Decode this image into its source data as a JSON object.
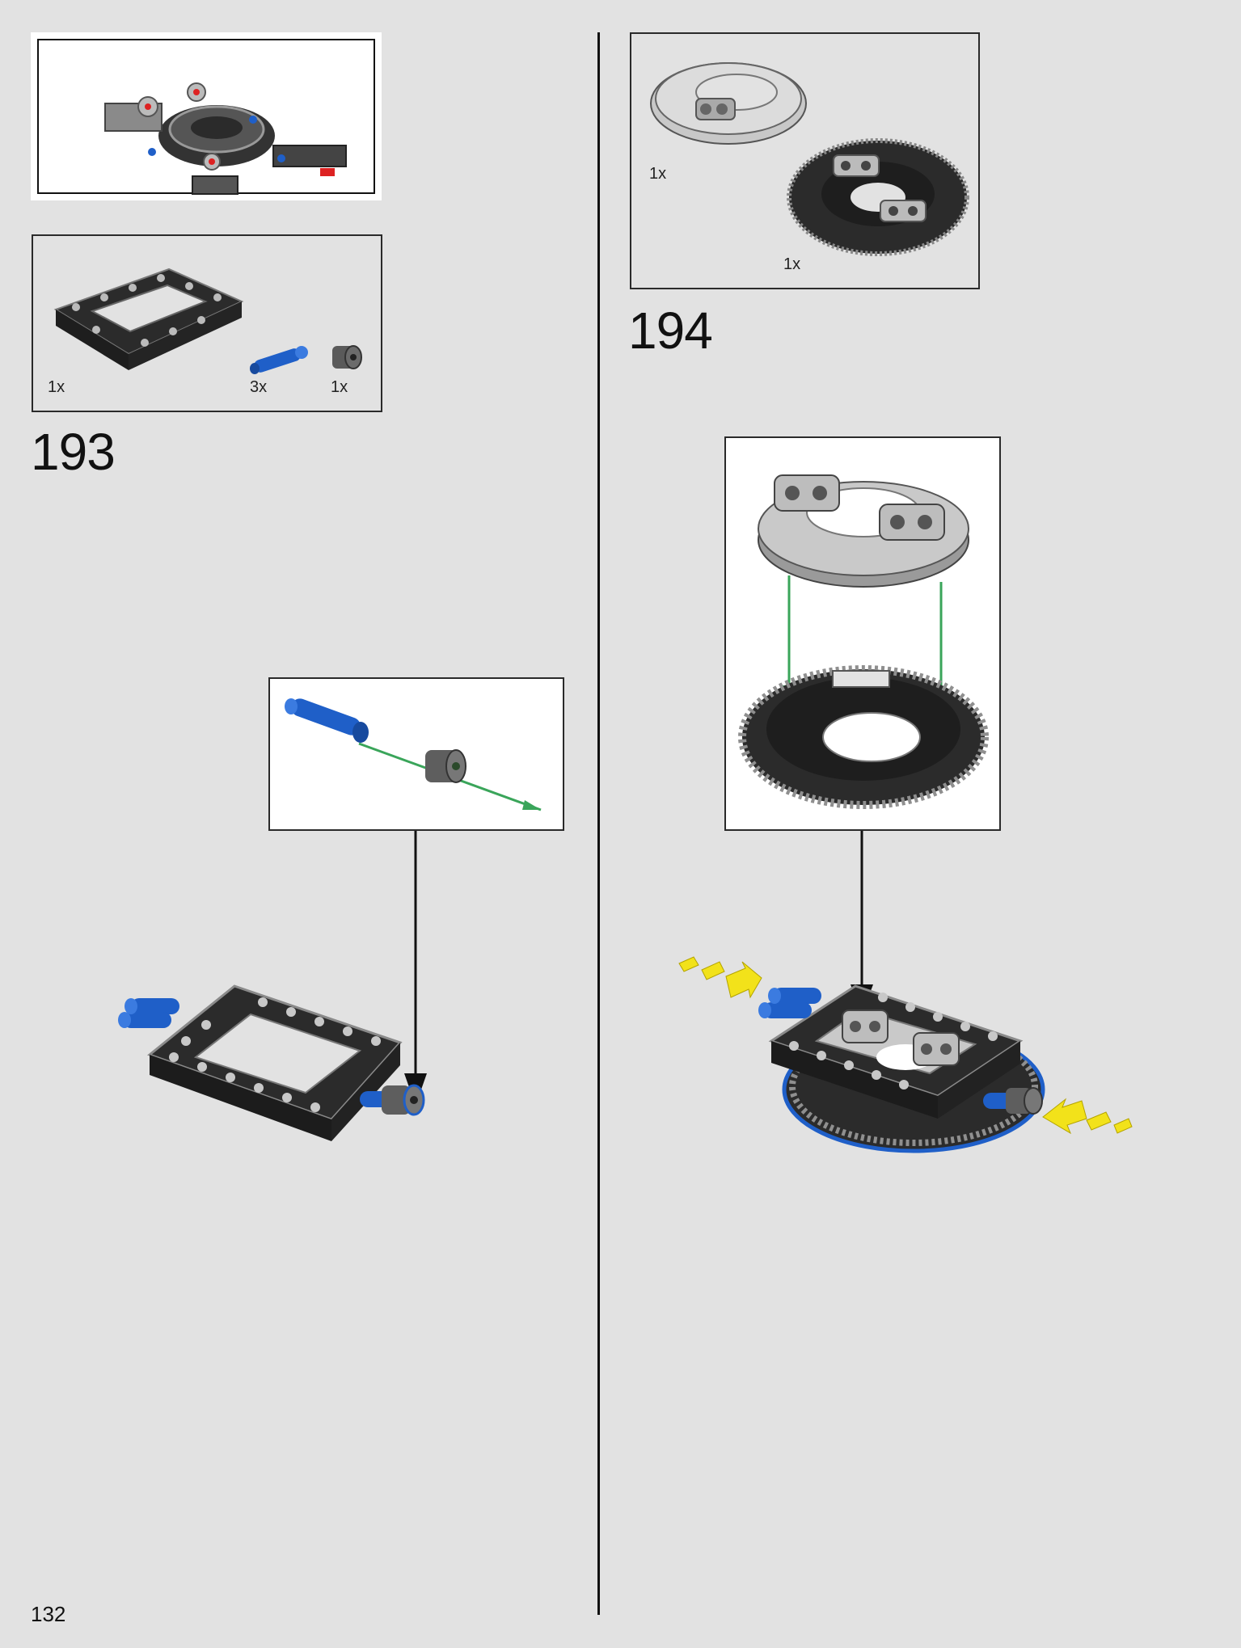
{
  "page": {
    "number": "132"
  },
  "steps": [
    {
      "number": "193",
      "parts": [
        {
          "qty": "1x",
          "icon": "frame-beam-icon"
        },
        {
          "qty": "3x",
          "icon": "blue-pin-icon"
        },
        {
          "qty": "1x",
          "icon": "bush-icon"
        }
      ]
    },
    {
      "number": "194",
      "parts": [
        {
          "qty": "1x",
          "icon": "turntable-top-icon"
        },
        {
          "qty": "1x",
          "icon": "turntable-gear-icon"
        }
      ]
    }
  ],
  "colors": {
    "background": "#e2e2e2",
    "pin_blue": "#1f5fc8",
    "arrow_green": "#3aa55a",
    "arrow_yellow": "#f2e21a",
    "frame_dark": "#2b2b2b"
  }
}
